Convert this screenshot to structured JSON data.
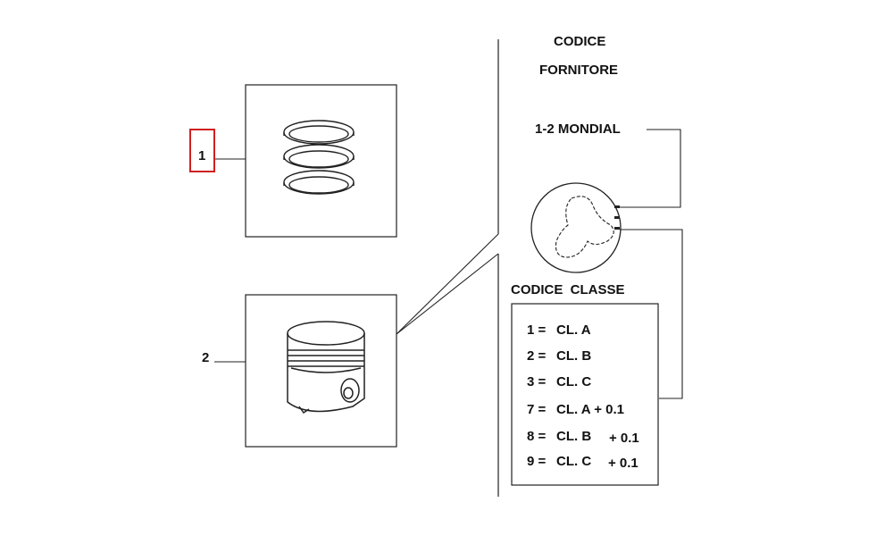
{
  "callouts": {
    "item1": "1",
    "item2": "2"
  },
  "header": {
    "codice": "CODICE",
    "fornitore": "FORNITORE"
  },
  "supplier": "1-2 MONDIAL",
  "class_table": {
    "title": "CODICE  CLASSE",
    "rows": [
      {
        "code": "1 =",
        "cl": "CL. A",
        "extra": ""
      },
      {
        "code": "2 =",
        "cl": "CL. B",
        "extra": ""
      },
      {
        "code": "3 =",
        "cl": "CL. C",
        "extra": ""
      },
      {
        "code": "7 =",
        "cl": "CL. A + 0.1",
        "extra": ""
      },
      {
        "code": "8 =",
        "cl": "CL. B",
        "extra": "+ 0.1"
      },
      {
        "code": "9 =",
        "cl": "CL. C",
        "extra": "+ 0.1"
      }
    ]
  },
  "colors": {
    "line": "#222222",
    "highlight": "#d02020",
    "background": "#ffffff"
  },
  "icons": [
    "piston-rings-icon",
    "piston-icon",
    "piston-crown-marking-icon"
  ]
}
